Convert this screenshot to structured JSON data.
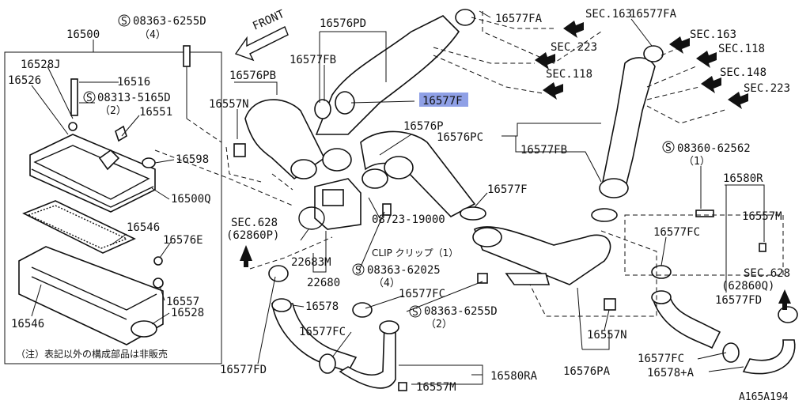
{
  "figure_code": "A165A194",
  "note": "（注）表記以外の構成部品は非販売",
  "front": "FRONT",
  "labels": {
    "p16500": "16500",
    "p08363_6255d_top": "08363-6255D",
    "p08363_6255d_top_qty": "（4）",
    "p16528j": "16528J",
    "p16526": "16526",
    "p16516": "16516",
    "p08313_5165d": "08313-5165D",
    "p08313_5165d_qty": "（2）",
    "p16551": "16551",
    "p16598": "16598",
    "p16500q": "16500Q",
    "p16546_top": "16546",
    "p16576e": "16576E",
    "p16557_left": "16557",
    "p16528": "16528",
    "p16546_bottom": "16546",
    "p16576pd": "16576PD",
    "p16577fb_top": "16577FB",
    "p16576pb": "16576PB",
    "p16557n_left": "16557N",
    "p16577f_hl": "16577F",
    "p16576p": "16576P",
    "p16576pc": "16576PC",
    "p16577fb_right": "16577FB",
    "p16577fa_1": "16577FA",
    "p16577fa_2": "16577FA",
    "sec163_1": "SEC.163",
    "sec223_1": "SEC.223",
    "sec118_1": "SEC.118",
    "sec163_2": "SEC.163",
    "sec118_2": "SEC.118",
    "sec148": "SEC.148",
    "sec223_2": "SEC.223",
    "sec628_left": "SEC.628",
    "sec628_left_ref": "(62860P)",
    "p22683m": "22683M",
    "p22680": "22680",
    "p16577f_mid": "16577F",
    "p08723_19000": "08723-19000",
    "clip": "CLIP クリップ（1）",
    "p08363_62025": "08363-62025",
    "p08363_62025_qty": "（4）",
    "p16578_left": "16578",
    "p16577fc_left": "16577FC",
    "p16577fc_mid": "16577FC",
    "p08363_6255d_bottom": "08363-6255D",
    "p08363_6255d_bottom_qty": "（2）",
    "p16577fd_left": "16577FD",
    "p16580ra": "16580RA",
    "p16557m_bottom": "16557M",
    "p16557n_right": "16557N",
    "p16576pa": "16576PA",
    "p08360_62562": "08360-62562",
    "p08360_62562_qty": "（1）",
    "p16580r": "16580R",
    "p16557m_right": "16557M",
    "p16577fc_right": "16577FC",
    "sec628_right": "SEC.628",
    "sec628_right_ref": "(62860Q)",
    "p16577fd_right": "16577FD",
    "p16577fc_bottom_right": "16577FC",
    "p16578a": "16578+A",
    "s_mark": "S"
  }
}
